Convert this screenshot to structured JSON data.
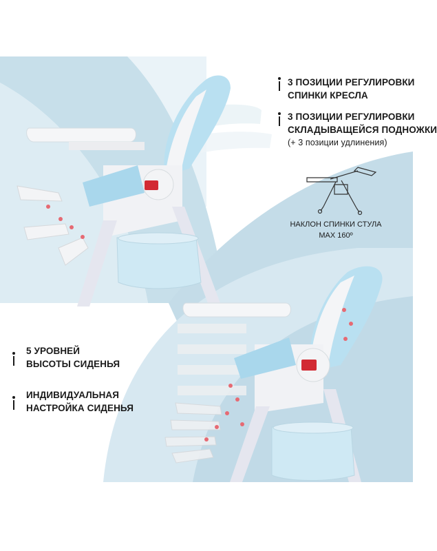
{
  "top_features": [
    {
      "line1": "3 ПОЗИЦИИ РЕГУЛИРОВКИ",
      "line2": "СПИНКИ КРЕСЛА"
    },
    {
      "line1": "3 ПОЗИЦИИ РЕГУЛИРОВКИ",
      "line2": "СКЛАДЫВАЩЕЙСЯ ПОДНОЖКИ",
      "line3": "(+ 3 позиции удлинения)"
    }
  ],
  "recline_caption": {
    "line1": "НАКЛОН СПИНКИ СТУЛА",
    "line2": "MAX 160º"
  },
  "left_features": [
    {
      "line1": "5 УРОВНЕЙ",
      "line2": "ВЫСОТЫ СИДЕНЬЯ"
    },
    {
      "line1": "ИНДИВИДУАЛЬНАЯ",
      "line2": "НАСТРОЙКА СИДЕНЬЯ"
    }
  ],
  "colors": {
    "accent_blue": "#a9d7ec",
    "background_light_blue": "#c4dde9",
    "pale_blue": "#e6f1f7",
    "red_knob": "#d22a33",
    "frame_white": "#f4f4f6"
  }
}
